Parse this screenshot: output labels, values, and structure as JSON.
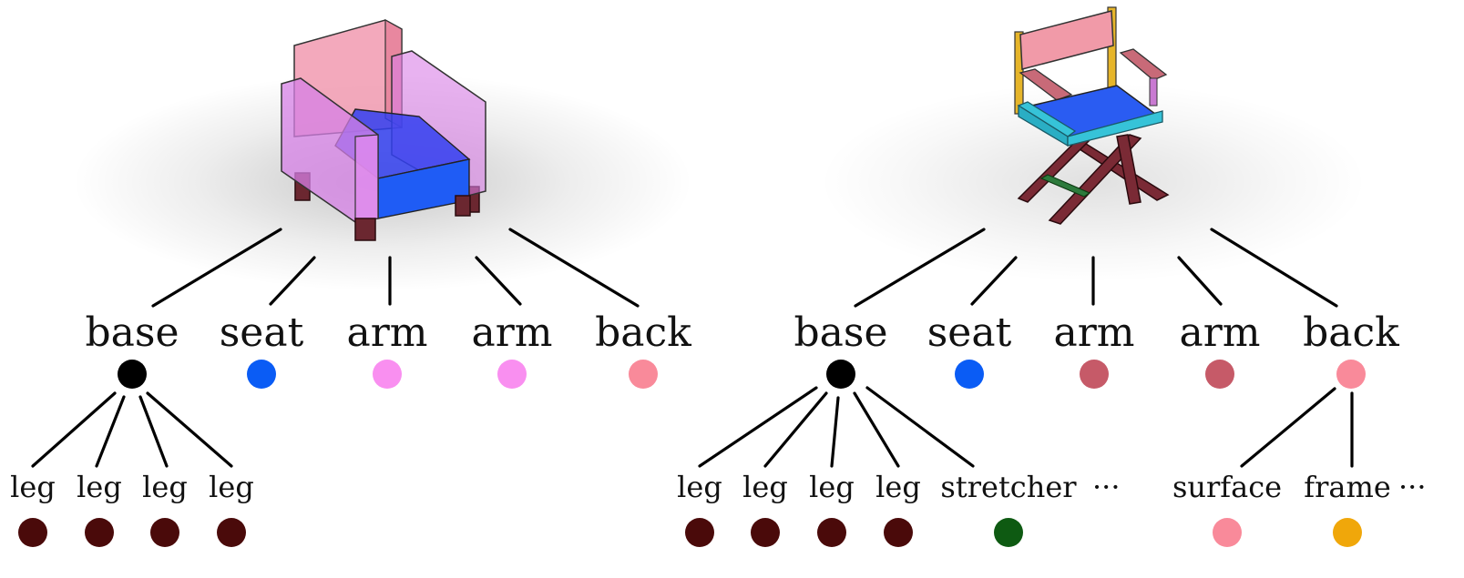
{
  "trees": [
    {
      "id": "armchair",
      "image_icon": "armchair-3d-render",
      "parts": [
        {
          "label": "base",
          "color": "#000000",
          "children": [
            {
              "label": "leg",
              "color": "#4a0a0a"
            },
            {
              "label": "leg",
              "color": "#4a0a0a"
            },
            {
              "label": "leg",
              "color": "#4a0a0a"
            },
            {
              "label": "leg",
              "color": "#4a0a0a"
            }
          ]
        },
        {
          "label": "seat",
          "color": "#0a5cf5",
          "children": []
        },
        {
          "label": "arm",
          "color": "#f98ff0",
          "children": []
        },
        {
          "label": "arm",
          "color": "#f98ff0",
          "children": []
        },
        {
          "label": "back",
          "color": "#f98a9a",
          "children": []
        }
      ]
    },
    {
      "id": "director-chair",
      "image_icon": "director-chair-3d-render",
      "parts": [
        {
          "label": "base",
          "color": "#000000",
          "children": [
            {
              "label": "leg",
              "color": "#4a0a0a"
            },
            {
              "label": "leg",
              "color": "#4a0a0a"
            },
            {
              "label": "leg",
              "color": "#4a0a0a"
            },
            {
              "label": "leg",
              "color": "#4a0a0a"
            },
            {
              "label": "stretcher",
              "color": "#0e5a12"
            }
          ],
          "more": "···"
        },
        {
          "label": "seat",
          "color": "#0a5cf5",
          "children": []
        },
        {
          "label": "arm",
          "color": "#c65a68",
          "children": []
        },
        {
          "label": "arm",
          "color": "#c65a68",
          "children": []
        },
        {
          "label": "back",
          "color": "#f98a9a",
          "children": [
            {
              "label": "surface",
              "color": "#f98a9a"
            },
            {
              "label": "frame",
              "color": "#f0a70a"
            }
          ],
          "more": "···"
        }
      ]
    }
  ]
}
